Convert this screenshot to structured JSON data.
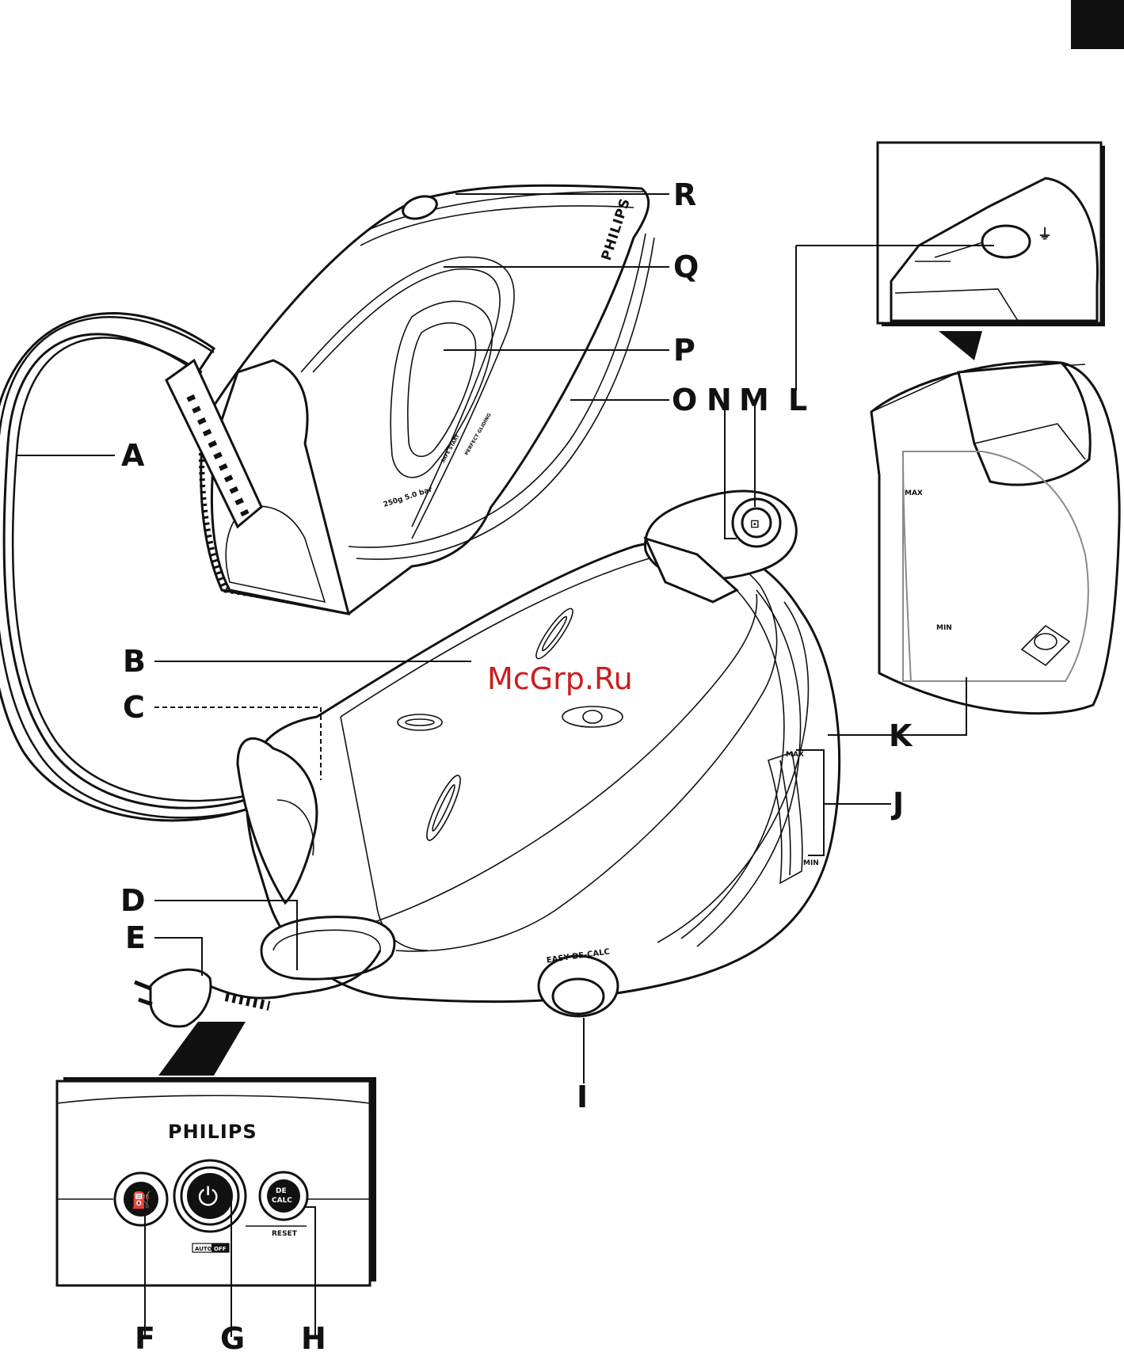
{
  "page_tab_color": "#111111",
  "callouts": {
    "A": "A",
    "B": "B",
    "C": "C",
    "D": "D",
    "E": "E",
    "F": "F",
    "G": "G",
    "H": "H",
    "I": "I",
    "J": "J",
    "K": "K",
    "L": "L",
    "M": "M",
    "N": "N",
    "O": "O",
    "P": "P",
    "Q": "Q",
    "R": "R"
  },
  "iron": {
    "brand": "PHILIPS",
    "spec_label": "250g 5.0 bar",
    "feature_1": "SAFE START",
    "feature_2": "PERFECT GLIDING"
  },
  "base": {
    "watermark": "McGrp.Ru",
    "decalc_label": "EASY DE-CALC",
    "level_max": "MAX",
    "level_min": "MIN"
  },
  "tank": {
    "level_max": "MAX",
    "level_min": "MIN"
  },
  "control_panel": {
    "brand": "PHILIPS",
    "tap_icon": "water-tap-icon",
    "power_icon": "power-icon",
    "decalc_line1": "DE",
    "decalc_line2": "CALC",
    "reset_label": "RESET",
    "auto_label": "AUTO",
    "off_label": "OFF"
  }
}
